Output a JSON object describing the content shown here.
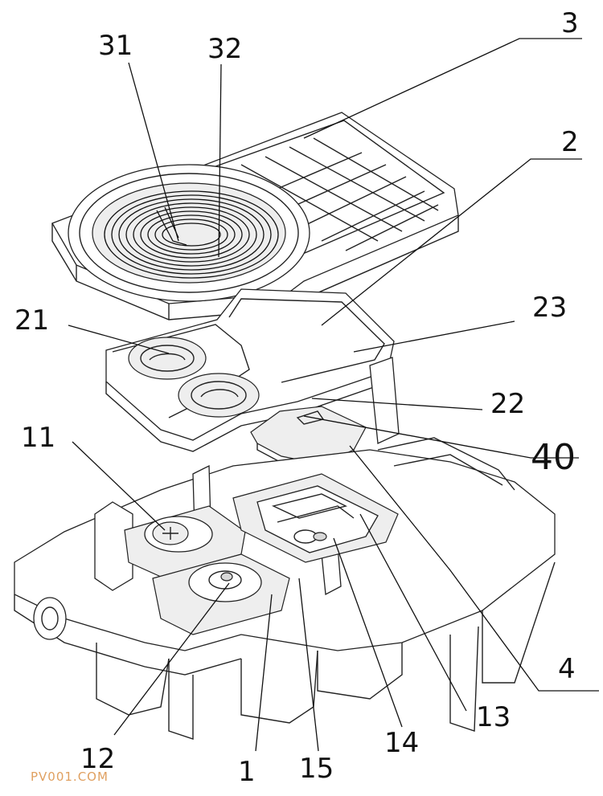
{
  "labels": {
    "l31": "31",
    "l32": "32",
    "l3": "3",
    "l2": "2",
    "l21": "21",
    "l23": "23",
    "l22": "22",
    "l11": "11",
    "l40": "40",
    "l4": "4",
    "l13": "13",
    "l14": "14",
    "l12": "12",
    "l1": "1",
    "l15": "15"
  },
  "watermark": "PV001.COM"
}
